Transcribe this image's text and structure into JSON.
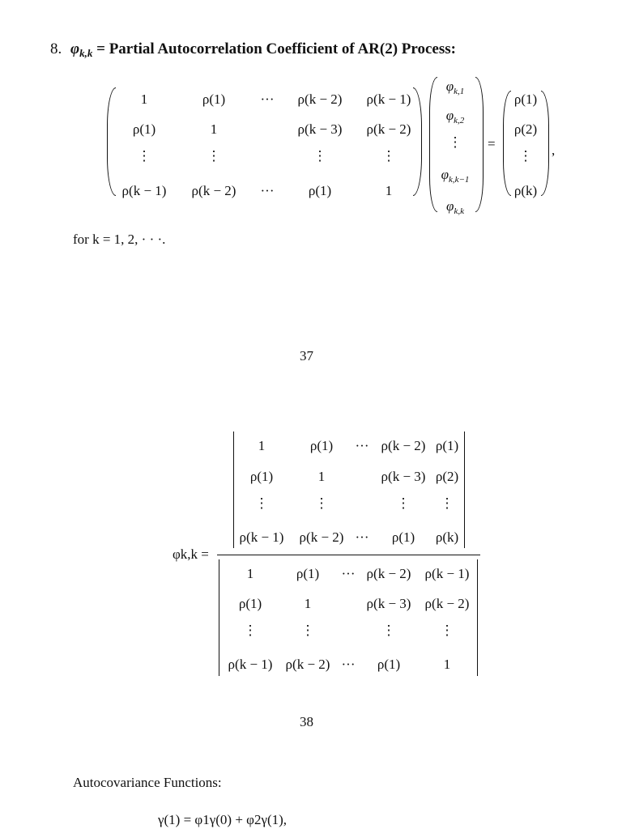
{
  "section": {
    "number": "8.",
    "title_symbol": "φ",
    "title_subscript": "k,k",
    "title_text": "= Partial Autocorrelation Coefficient of AR(2) Process:"
  },
  "system": {
    "matrix_rows": [
      [
        "1",
        "ρ(1)",
        "···",
        "ρ(k − 2)",
        "ρ(k − 1)"
      ],
      [
        "ρ(1)",
        "1",
        "",
        "ρ(k − 3)",
        "ρ(k − 2)"
      ],
      [
        "⋮",
        "⋮",
        "",
        "⋮",
        "⋮"
      ],
      [
        "ρ(k − 1)",
        "ρ(k − 2)",
        "···",
        "ρ(1)",
        "1"
      ]
    ],
    "phi_vector": [
      "φk,1",
      "φk,2",
      "⋮",
      "φk,k−1",
      "φk,k"
    ],
    "equals": "=",
    "rho_vector": [
      "ρ(1)",
      "ρ(2)",
      "⋮",
      "ρ(k)"
    ],
    "trailing_comma": ","
  },
  "for_clause": "for k = 1, 2, · · ·.",
  "page_number_1": "37",
  "determinant": {
    "lhs": "φk,k =",
    "numerator_rows": [
      [
        "1",
        "ρ(1)",
        "···",
        "ρ(k − 2)",
        "ρ(1)"
      ],
      [
        "ρ(1)",
        "1",
        "",
        "ρ(k − 3)",
        "ρ(2)"
      ],
      [
        "⋮",
        "⋮",
        "",
        "⋮",
        "⋮"
      ],
      [
        "ρ(k − 1)",
        "ρ(k − 2)",
        "···",
        "ρ(1)",
        "ρ(k)"
      ]
    ],
    "denominator_rows": [
      [
        "1",
        "ρ(1)",
        "···",
        "ρ(k − 2)",
        "ρ(k − 1)"
      ],
      [
        "ρ(1)",
        "1",
        "",
        "ρ(k − 3)",
        "ρ(k − 2)"
      ],
      [
        "⋮",
        "⋮",
        "",
        "⋮",
        "⋮"
      ],
      [
        "ρ(k − 1)",
        "ρ(k − 2)",
        "···",
        "ρ(1)",
        "1"
      ]
    ]
  },
  "page_number_2": "38",
  "autocov": {
    "heading": "Autocovariance Functions:",
    "equation": "γ(1) = φ1γ(0) + φ2γ(1),"
  }
}
